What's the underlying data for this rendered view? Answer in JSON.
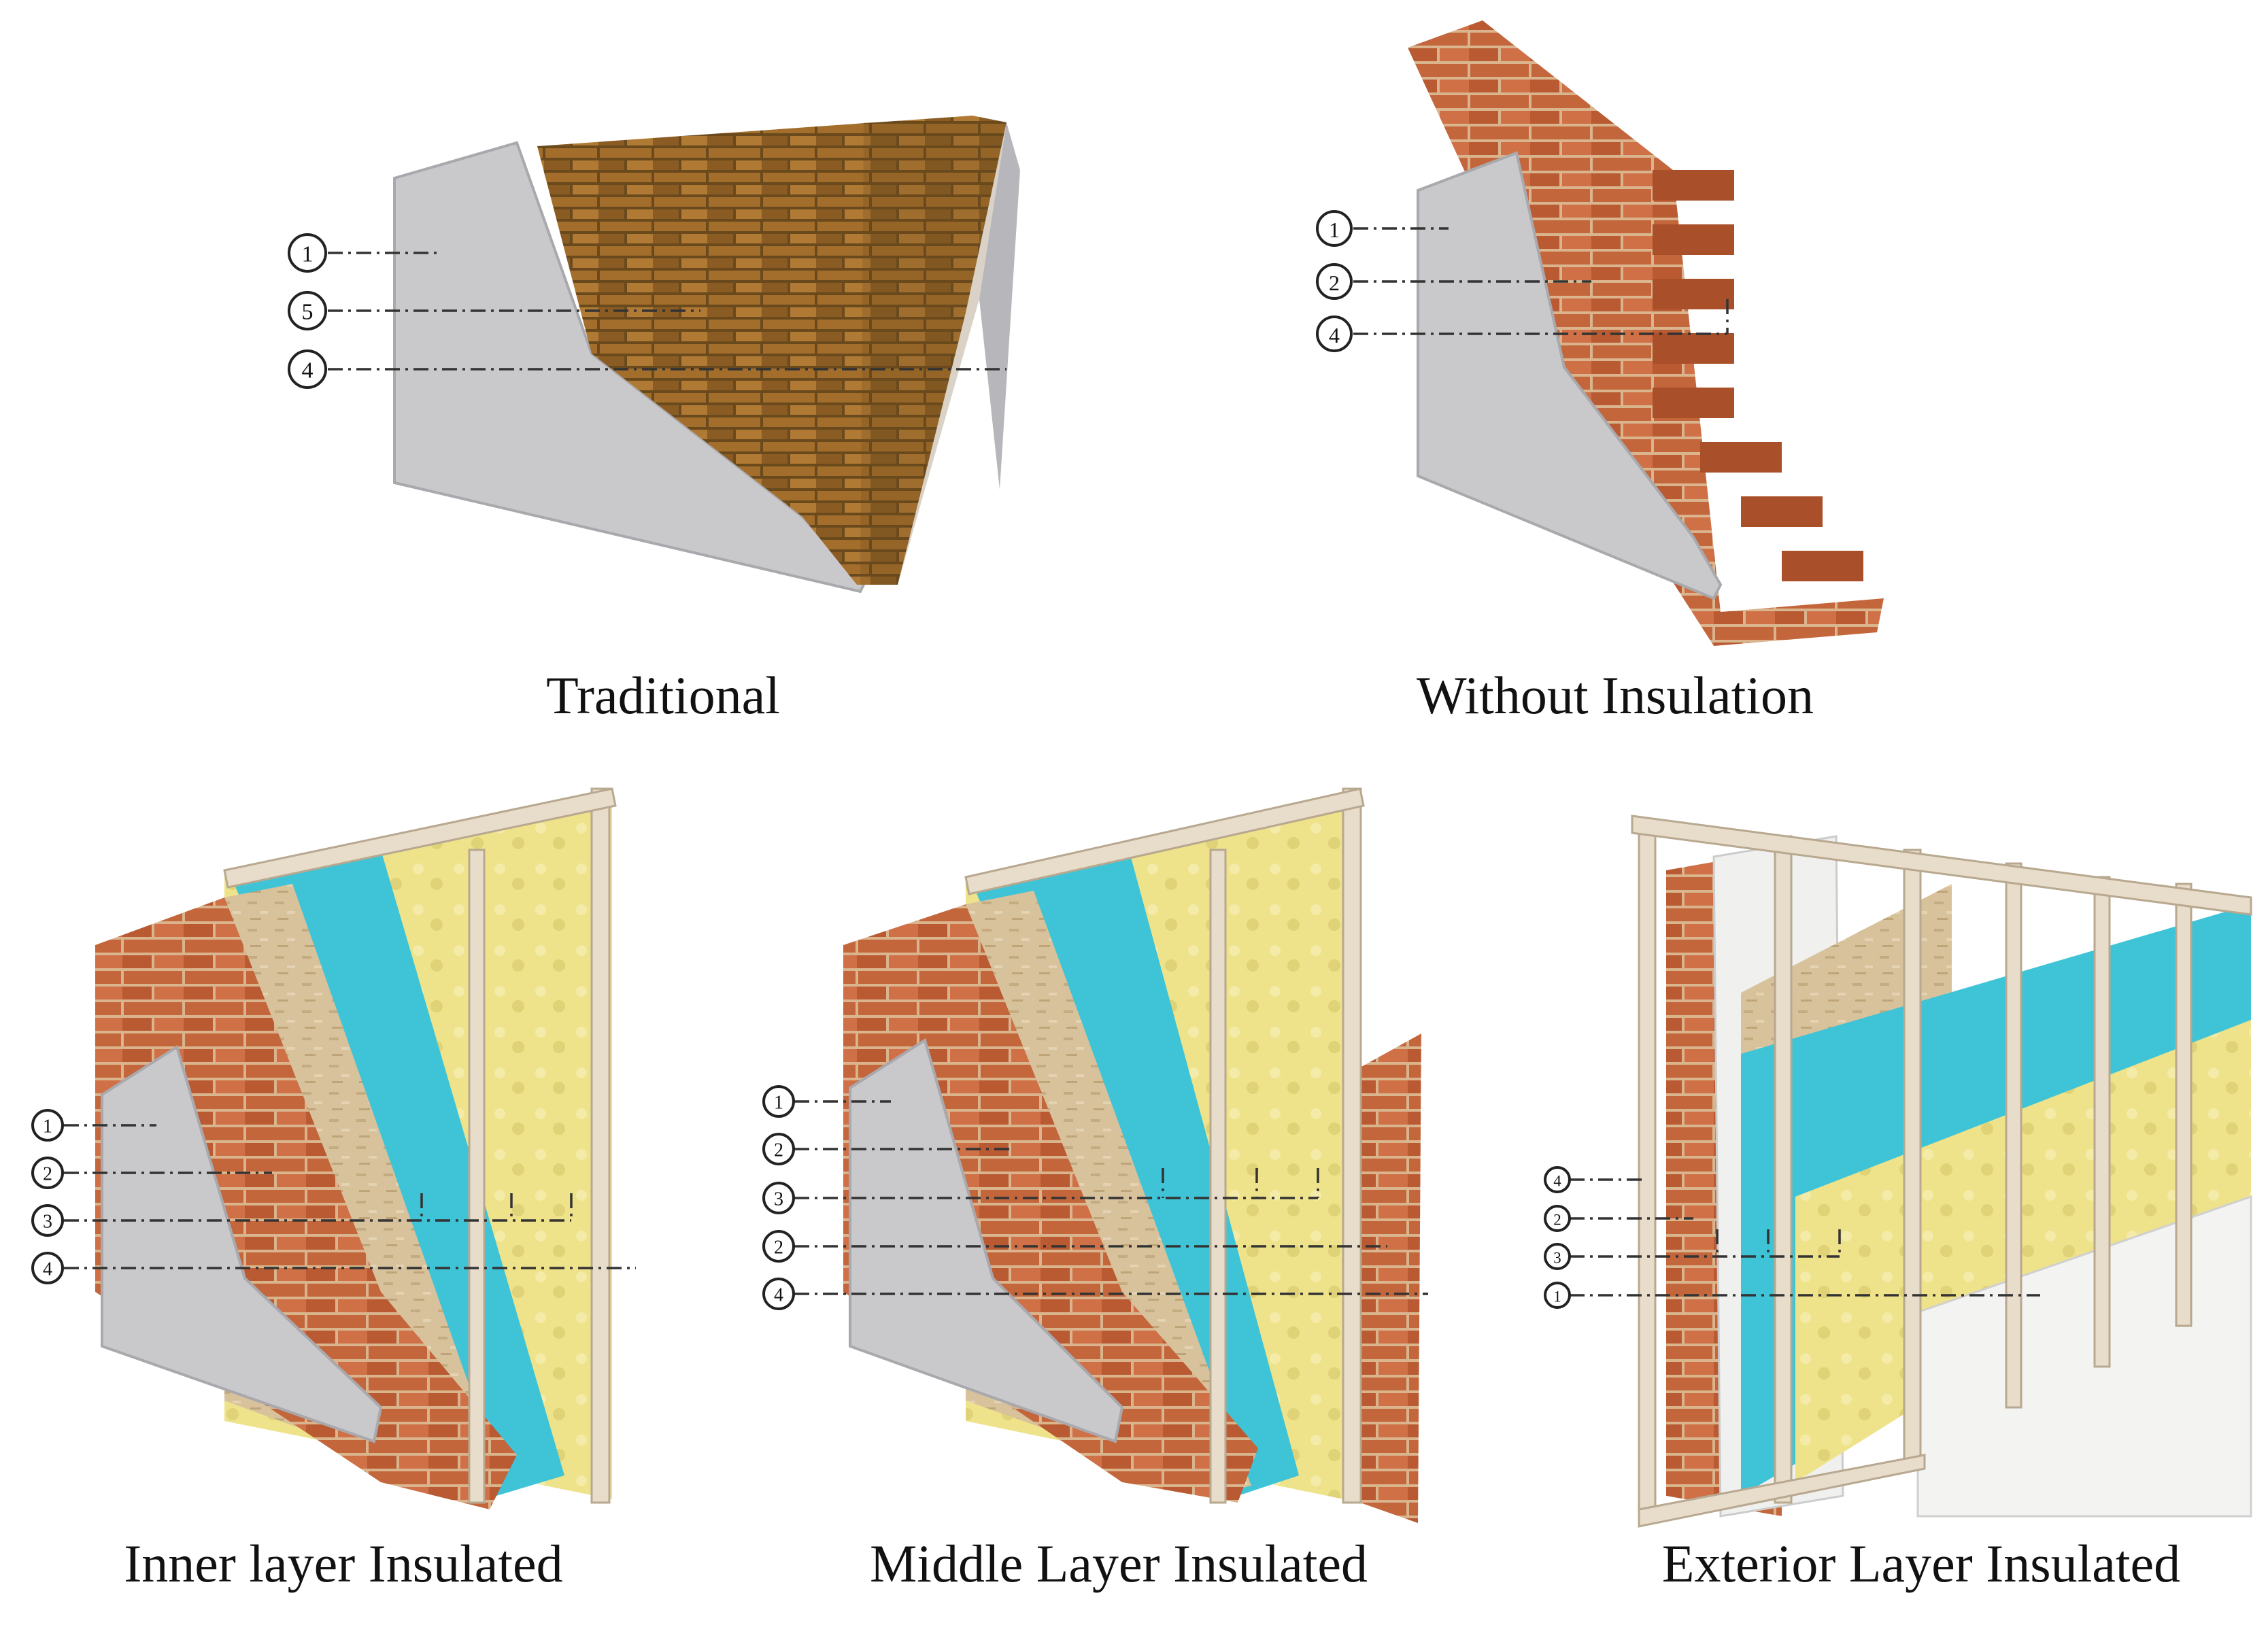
{
  "figure": {
    "panels": [
      {
        "id": "traditional",
        "title": "Traditional",
        "callouts": [
          "1",
          "5",
          "4"
        ]
      },
      {
        "id": "without-insulation",
        "title": "Without Insulation",
        "callouts": [
          "1",
          "2",
          "4"
        ]
      },
      {
        "id": "inner-layer",
        "title": "Inner layer Insulated",
        "callouts": [
          "1",
          "2",
          "3",
          "4"
        ]
      },
      {
        "id": "middle-layer",
        "title": "Middle Layer Insulated",
        "callouts": [
          "1",
          "2",
          "3",
          "2",
          "4"
        ]
      },
      {
        "id": "exterior-layer",
        "title": "Exterior Layer Insulated",
        "callouts": [
          "4",
          "2",
          "3",
          "1"
        ]
      }
    ],
    "colors": {
      "plaster": "#c9c9cc",
      "plaster_edge": "#a9a9ad",
      "brick": "#c4663c",
      "brick_dark": "#8e3f22",
      "mortar": "#d9b48c",
      "old_brick": "#9c6a2a",
      "insulation_board": "#3fc3d6",
      "mineral_wool": "#eee28a",
      "osb": "#d8c29c",
      "timber": "#e8dccb",
      "drywall": "#f3f3f2"
    }
  }
}
